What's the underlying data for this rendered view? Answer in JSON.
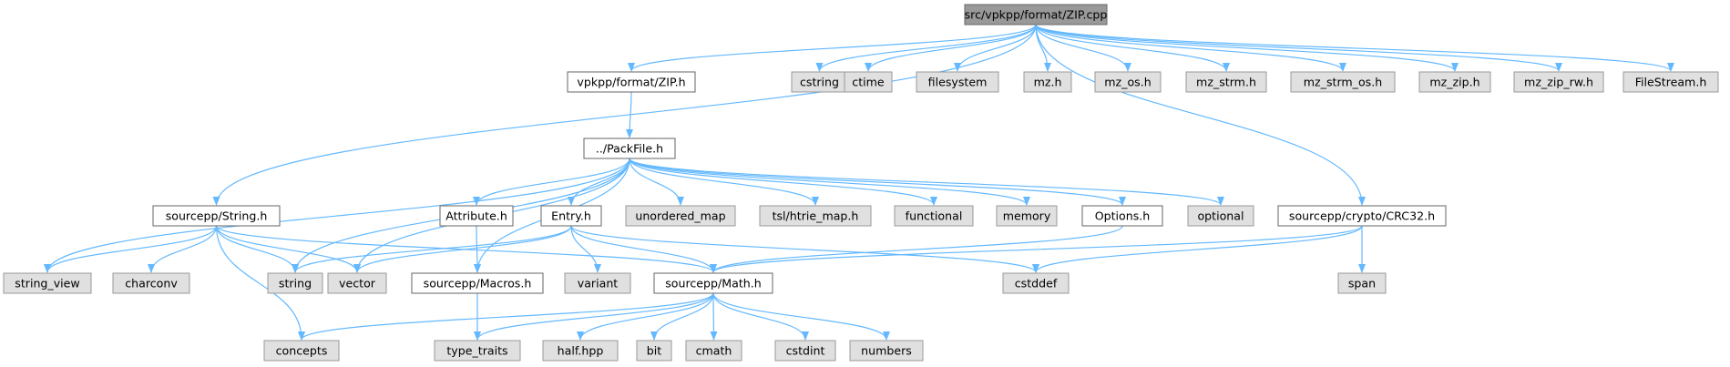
{
  "colors": {
    "edge": "#63b8ff",
    "root_fill": "#999999",
    "internal_fill": "#ffffff",
    "external_fill": "#e0e0e0",
    "external_stroke": "#999999",
    "internal_stroke": "#666666"
  },
  "nodes": [
    {
      "id": "root",
      "label": "src/vpkpp/format/ZIP.cpp",
      "kind": "root"
    },
    {
      "id": "zip_h",
      "label": "vpkpp/format/ZIP.h",
      "kind": "internal"
    },
    {
      "id": "cstring",
      "label": "cstring",
      "kind": "external"
    },
    {
      "id": "ctime",
      "label": "ctime",
      "kind": "external"
    },
    {
      "id": "filesystem",
      "label": "filesystem",
      "kind": "external"
    },
    {
      "id": "mz_h",
      "label": "mz.h",
      "kind": "external"
    },
    {
      "id": "mz_os_h",
      "label": "mz_os.h",
      "kind": "external"
    },
    {
      "id": "mz_strm_h",
      "label": "mz_strm.h",
      "kind": "external"
    },
    {
      "id": "mz_strm_os_h",
      "label": "mz_strm_os.h",
      "kind": "external"
    },
    {
      "id": "mz_zip_h",
      "label": "mz_zip.h",
      "kind": "external"
    },
    {
      "id": "mz_zip_rw_h",
      "label": "mz_zip_rw.h",
      "kind": "external"
    },
    {
      "id": "filestream_h",
      "label": "FileStream.h",
      "kind": "external"
    },
    {
      "id": "packfile_h",
      "label": "../PackFile.h",
      "kind": "internal"
    },
    {
      "id": "string_h",
      "label": "sourcepp/String.h",
      "kind": "internal"
    },
    {
      "id": "attribute_h",
      "label": "Attribute.h",
      "kind": "internal"
    },
    {
      "id": "entry_h",
      "label": "Entry.h",
      "kind": "internal"
    },
    {
      "id": "unordered_map",
      "label": "unordered_map",
      "kind": "external"
    },
    {
      "id": "htrie_map_h",
      "label": "tsl/htrie_map.h",
      "kind": "external"
    },
    {
      "id": "functional",
      "label": "functional",
      "kind": "external"
    },
    {
      "id": "memory",
      "label": "memory",
      "kind": "external"
    },
    {
      "id": "options_h",
      "label": "Options.h",
      "kind": "internal"
    },
    {
      "id": "optional",
      "label": "optional",
      "kind": "external"
    },
    {
      "id": "crc32_h",
      "label": "sourcepp/crypto/CRC32.h",
      "kind": "internal"
    },
    {
      "id": "string_view",
      "label": "string_view",
      "kind": "external"
    },
    {
      "id": "charconv",
      "label": "charconv",
      "kind": "external"
    },
    {
      "id": "string",
      "label": "string",
      "kind": "external"
    },
    {
      "id": "vector",
      "label": "vector",
      "kind": "external"
    },
    {
      "id": "macros_h",
      "label": "sourcepp/Macros.h",
      "kind": "internal"
    },
    {
      "id": "variant",
      "label": "variant",
      "kind": "external"
    },
    {
      "id": "math_h",
      "label": "sourcepp/Math.h",
      "kind": "internal"
    },
    {
      "id": "cstddef",
      "label": "cstddef",
      "kind": "external"
    },
    {
      "id": "span",
      "label": "span",
      "kind": "external"
    },
    {
      "id": "concepts",
      "label": "concepts",
      "kind": "external"
    },
    {
      "id": "type_traits",
      "label": "type_traits",
      "kind": "external"
    },
    {
      "id": "half_hpp",
      "label": "half.hpp",
      "kind": "external"
    },
    {
      "id": "bit",
      "label": "bit",
      "kind": "external"
    },
    {
      "id": "cmath",
      "label": "cmath",
      "kind": "external"
    },
    {
      "id": "cstdint",
      "label": "cstdint",
      "kind": "external"
    },
    {
      "id": "numbers",
      "label": "numbers",
      "kind": "external"
    }
  ],
  "edges": [
    [
      "root",
      "zip_h"
    ],
    [
      "root",
      "cstring"
    ],
    [
      "root",
      "ctime"
    ],
    [
      "root",
      "filesystem"
    ],
    [
      "root",
      "mz_h"
    ],
    [
      "root",
      "mz_os_h"
    ],
    [
      "root",
      "mz_strm_h"
    ],
    [
      "root",
      "mz_strm_os_h"
    ],
    [
      "root",
      "mz_zip_h"
    ],
    [
      "root",
      "mz_zip_rw_h"
    ],
    [
      "root",
      "filestream_h"
    ],
    [
      "root",
      "string_h"
    ],
    [
      "root",
      "crc32_h"
    ],
    [
      "zip_h",
      "packfile_h"
    ],
    [
      "packfile_h",
      "string_view"
    ],
    [
      "packfile_h",
      "string"
    ],
    [
      "packfile_h",
      "vector"
    ],
    [
      "packfile_h",
      "macros_h"
    ],
    [
      "packfile_h",
      "attribute_h"
    ],
    [
      "packfile_h",
      "entry_h"
    ],
    [
      "packfile_h",
      "unordered_map"
    ],
    [
      "packfile_h",
      "htrie_map_h"
    ],
    [
      "packfile_h",
      "functional"
    ],
    [
      "packfile_h",
      "memory"
    ],
    [
      "packfile_h",
      "options_h"
    ],
    [
      "packfile_h",
      "optional"
    ],
    [
      "string_h",
      "string_view"
    ],
    [
      "string_h",
      "charconv"
    ],
    [
      "string_h",
      "string"
    ],
    [
      "string_h",
      "vector"
    ],
    [
      "string_h",
      "concepts"
    ],
    [
      "string_h",
      "math_h"
    ],
    [
      "attribute_h",
      "macros_h"
    ],
    [
      "entry_h",
      "string"
    ],
    [
      "entry_h",
      "vector"
    ],
    [
      "entry_h",
      "variant"
    ],
    [
      "entry_h",
      "math_h"
    ],
    [
      "entry_h",
      "cstddef"
    ],
    [
      "options_h",
      "math_h"
    ],
    [
      "crc32_h",
      "math_h"
    ],
    [
      "crc32_h",
      "cstddef"
    ],
    [
      "crc32_h",
      "span"
    ],
    [
      "macros_h",
      "type_traits"
    ],
    [
      "math_h",
      "concepts"
    ],
    [
      "math_h",
      "type_traits"
    ],
    [
      "math_h",
      "half_hpp"
    ],
    [
      "math_h",
      "bit"
    ],
    [
      "math_h",
      "cmath"
    ],
    [
      "math_h",
      "cstdint"
    ],
    [
      "math_h",
      "numbers"
    ]
  ]
}
